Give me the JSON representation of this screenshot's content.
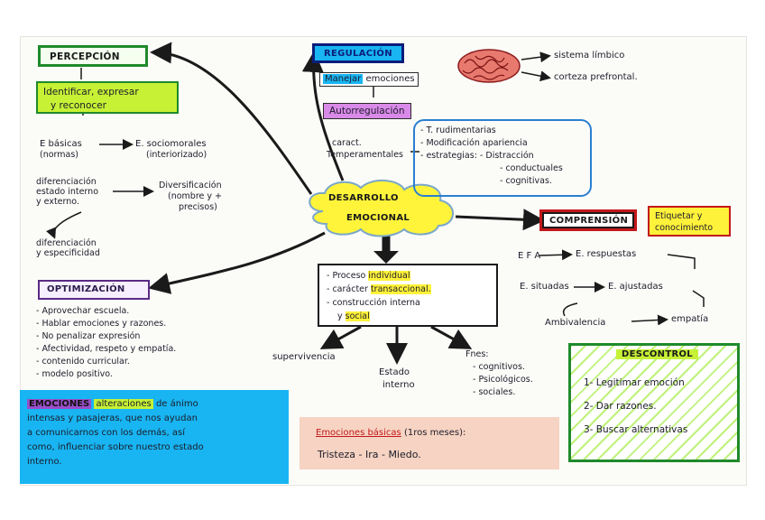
{
  "center": {
    "title_line1": "DESARROLLO",
    "title_line2": "EMOCIONAL"
  },
  "percepcion": {
    "title": "PERCEPCIÓN",
    "subtitle_line1": "Identificar, expresar",
    "subtitle_line2": "y reconocer",
    "basicas_a": "E básicas",
    "basicas_a_sub": "(normas)",
    "basicas_b": "E. sociomorales",
    "basicas_b_sub": "(interiorizado)",
    "dif_line1": "diferenciación",
    "dif_line2": "estado interno",
    "dif_line3": "y externo.",
    "div_line1": "Diversificación",
    "div_line2": "(nombre y +",
    "div_line3": "precisos)",
    "dif2_line1": "diferenciación",
    "dif2_line2": "y especificidad"
  },
  "regulacion": {
    "title": "REGULACIÓN",
    "manejar_word": "Manejar",
    "manejar_rest": "emociones",
    "autoregulacion": "Autorregulación",
    "caract_line1": "caract.",
    "caract_line2": "Temperamentales",
    "items": [
      "- T. rudimentarias",
      "- Modificación apariencia",
      "- estrategias: - Distracción",
      "- conductuales",
      "- cognitivas."
    ]
  },
  "brain": {
    "item1": "sistema límbico",
    "item2": "corteza prefrontal."
  },
  "comprension": {
    "title": "COMPRENSIÓN",
    "side_line1": "Etiquetar y",
    "side_line2": "conocimiento",
    "efa": "E F A",
    "respuestas": "E. respuestas",
    "situadas": "E. situadas",
    "ajustadas": "E. ajustadas",
    "ambivalencia": "Ambivalencia",
    "empatia": "empatía"
  },
  "proceso": {
    "line1_a": "- Proceso",
    "line1_b": "individual",
    "line2_a": "- carácter",
    "line2_b": "transaccional.",
    "line3_a": "- construcción",
    "line3_b": "interna",
    "line4_a": "y",
    "line4_b": "social"
  },
  "branches": {
    "supervivencia": "supervivencia",
    "estado_line1": "Estado",
    "estado_line2": "interno",
    "fnes_title": "Fnes:",
    "fnes_items": [
      "- cognitivos.",
      "- Psicológicos.",
      "- sociales."
    ]
  },
  "optimizacion": {
    "title": "OPTIMIZACIÓN",
    "items": [
      "- Aprovechar escuela.",
      "- Hablar emociones y razones.",
      "- No penalizar expresión",
      "- Afectividad, respeto y empatía.",
      "- contenido curricular.",
      "- modelo positivo."
    ]
  },
  "emociones": {
    "highlight": "EMOCIONES",
    "alteraciones": "alteraciones",
    "line1_rest": "de ánimo",
    "line2": "intensas y pasajeras, que nos ayudan",
    "line3": "a comunicarnos con los demás, así",
    "line4": "como, influenciar sobre nuestro estado",
    "line5": "interno."
  },
  "basicas": {
    "title_a": "Emociones básicas",
    "title_sup": "(1ros meses):",
    "items": "Tristeza - Ira - Miedo."
  },
  "descontrol": {
    "title": "DESCONTROL",
    "items": [
      "1- Legitimar emoción",
      "2- Dar razones.",
      "3- Buscar alternativas"
    ]
  },
  "colors": {
    "green": "#1f8a2b",
    "lime": "#c6f135",
    "navy": "#0b1d7a",
    "red": "#c3181b",
    "purple": "#5a2a86",
    "yellow": "#fff23a",
    "cyan": "#18b5f2",
    "pink": "#f6d3c2"
  }
}
